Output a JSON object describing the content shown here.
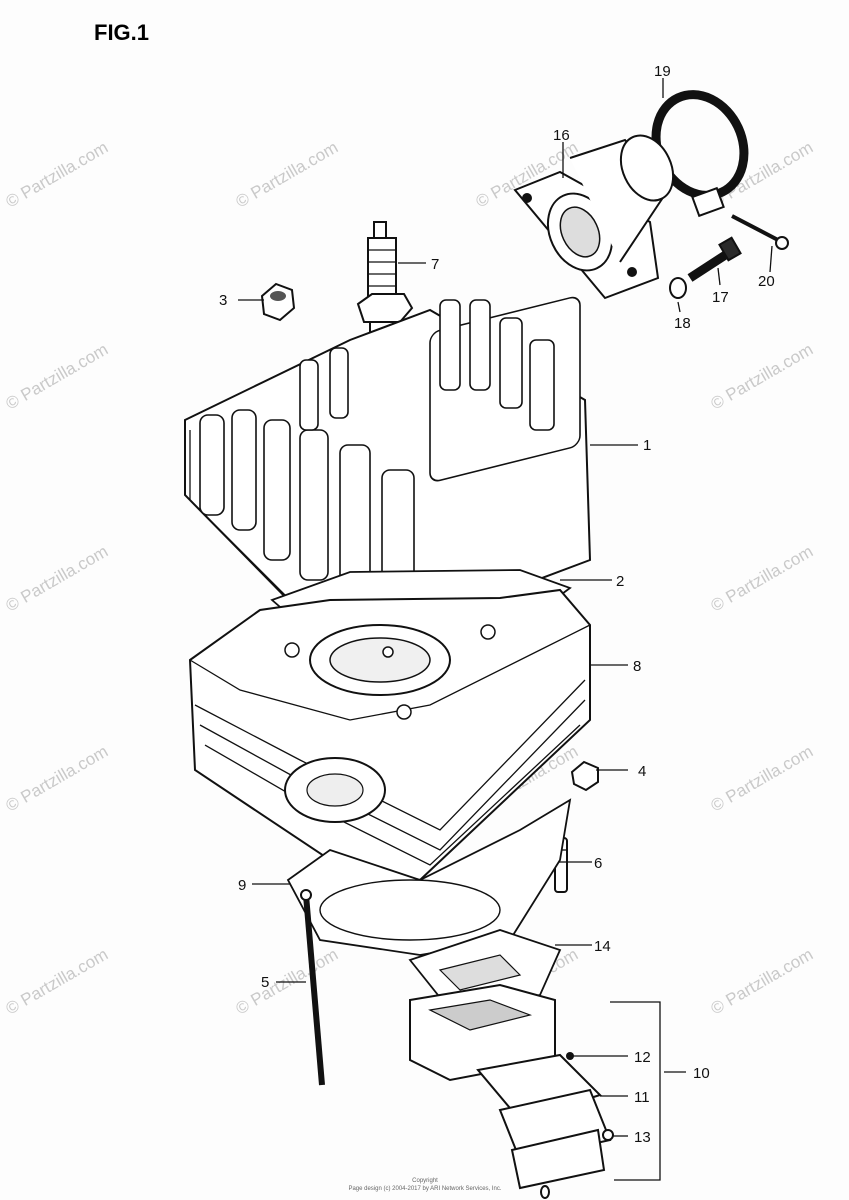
{
  "figure_title": "FIG.1",
  "watermark_text": "© Partzilla.com",
  "callouts": [
    "1",
    "2",
    "3",
    "4",
    "5",
    "6",
    "7",
    "8",
    "9",
    "10",
    "11",
    "12",
    "13",
    "14",
    "16",
    "17",
    "18",
    "19",
    "20"
  ],
  "copyright_line1": "Copyright",
  "copyright_line2": "Page design (c) 2004-2017 by ARI Network Services, Inc.",
  "colors": {
    "ink": "#111111",
    "watermark": "#c9c9c9",
    "background": "#fdfdfd"
  }
}
